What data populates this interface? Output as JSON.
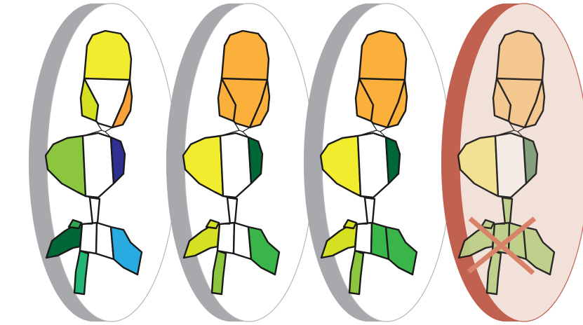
{
  "figure": {
    "panels": [
      {
        "id": "stage-1",
        "crossed_out": false,
        "disc_face_color": "#ffffff",
        "disc_edge_color": "#a7a9ac",
        "colors": {
          "head": "#f2ec2e",
          "upper_mid": "#ffffff",
          "upper_left": "#d4e021",
          "upper_right": "#f9a13a",
          "middle_left": "#8cc63f",
          "middle_center": "#ffffff",
          "middle_right": "#2e3192",
          "stalk": "#ffffff",
          "bottom_far_left": "#006837",
          "bottom_left_notch": "#2fa84f",
          "bottom_center_left": "#ffffff",
          "bottom_center_right": "#ffffff",
          "bottom_right": "#29abe2",
          "bottom_leg": "#22b573"
        }
      },
      {
        "id": "stage-2",
        "crossed_out": false,
        "disc_face_color": "#ffffff",
        "disc_edge_color": "#a7a9ac",
        "colors": {
          "head": "#fbb03b",
          "upper_mid": "#fbb03b",
          "upper_left": "#fbb03b",
          "upper_right": "#fbb03b",
          "middle_left": "#f2ec2e",
          "middle_center": "#ffffff",
          "middle_right": "#006837",
          "stalk": "#ffffff",
          "bottom_far_left": "#d4e021",
          "bottom_left_notch": "#d4e021",
          "bottom_center_left": "#ffffff",
          "bottom_center_right": "#ffffff",
          "bottom_right": "#39b54a",
          "bottom_leg": "#8cc63f"
        }
      },
      {
        "id": "stage-3",
        "crossed_out": false,
        "disc_face_color": "#ffffff",
        "disc_edge_color": "#a7a9ac",
        "colors": {
          "head": "#fbb03b",
          "upper_mid": "#fbb03b",
          "upper_left": "#fbb03b",
          "upper_right": "#fbb03b",
          "middle_left": "#f2ec2e",
          "middle_center": "#ffffff",
          "middle_right": "#006837",
          "stalk": "#ffffff",
          "bottom_far_left": "#d4e021",
          "bottom_left_notch": "#d4e021",
          "bottom_center_left": "#ffffff",
          "bottom_center_right": "#39b54a",
          "bottom_right": "#39b54a",
          "bottom_leg": "#8cc63f"
        }
      },
      {
        "id": "stage-4",
        "crossed_out": true,
        "disc_face_color": "#f2e1d9",
        "disc_edge_color": "#c1614f",
        "cross_color": "#d9826a",
        "colors": {
          "head": "#f6c58a",
          "upper_mid": "#f6c58a",
          "upper_left": "#f6c58a",
          "upper_right": "#f6c58a",
          "middle_left": "#f3e28d",
          "middle_center": "#f7ede9",
          "middle_right": "#7d9b78",
          "stalk": "#bccf86",
          "bottom_far_left": "#bccf86",
          "bottom_left_notch": "#bccf86",
          "bottom_center_left": "#bccf86",
          "bottom_center_right": "#bccf86",
          "bottom_right": "#bccf86",
          "bottom_leg": "#bccf86"
        }
      }
    ]
  }
}
